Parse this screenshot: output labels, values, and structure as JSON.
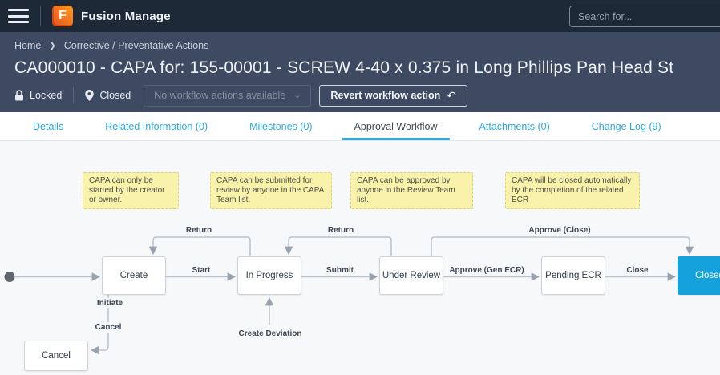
{
  "colors": {
    "topbar_bg": "#1d2937",
    "header_bg": "#3e4a62",
    "accent_blue": "#29a7de",
    "tab_inactive": "#2fa9e0",
    "content_bg": "#f7f8fa",
    "note_bg": "#f9f2ab",
    "note_border": "#ddd17e",
    "closed_state_bg": "#14a1dc"
  },
  "topbar": {
    "app_name": "Fusion Manage",
    "logo_letter": "F",
    "search": {
      "placeholder": "Search for..."
    }
  },
  "breadcrumb": {
    "home": "Home",
    "separator": "❯",
    "current": "Corrective / Preventative Actions"
  },
  "header": {
    "title": "CA000010 - CAPA for: 155-00001 - SCREW 4-40 x 0.375 in Long Phillips Pan Head St",
    "lock_label": "Locked",
    "state_label": "Closed",
    "workflow_actions_placeholder": "No workflow actions available",
    "dropdown_chevron": "⌄",
    "revert_action_label": "Revert workflow action",
    "revert_icon": "↶"
  },
  "tabs": [
    {
      "label": "Details",
      "active": false
    },
    {
      "label": "Related Information (0)",
      "active": false
    },
    {
      "label": "Milestones (0)",
      "active": false
    },
    {
      "label": "Approval Workflow",
      "active": true
    },
    {
      "label": "Attachments (0)",
      "active": false
    },
    {
      "label": "Change Log (9)",
      "active": false
    }
  ],
  "notes": [
    "CAPA can only be started by the creator or owner.",
    "CAPA can be submitted for review by anyone in the CAPA Team list.",
    "CAPA can be approved by anyone in the Review Team list.",
    "CAPA will be closed automatically by the completion of the related ECR"
  ],
  "workflow": {
    "states": [
      {
        "name": "Create"
      },
      {
        "name": "In Progress"
      },
      {
        "name": "Under Review"
      },
      {
        "name": "Pending ECR"
      },
      {
        "name": "Closed",
        "highlighted": true
      },
      {
        "name": "Cancel"
      }
    ],
    "transitions": [
      {
        "label": "Start"
      },
      {
        "label": "Submit"
      },
      {
        "label": "Approve (Gen ECR)"
      },
      {
        "label": "Close"
      },
      {
        "label": "Return"
      },
      {
        "label": "Return"
      },
      {
        "label": "Approve (Close)"
      },
      {
        "label": "Initiate"
      },
      {
        "label": "Cancel"
      },
      {
        "label": "Create Deviation"
      }
    ]
  }
}
